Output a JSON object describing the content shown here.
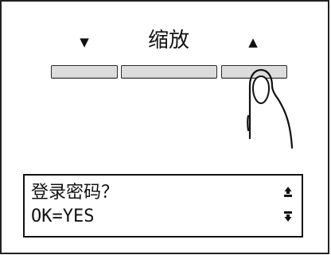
{
  "labels": {
    "left": "▼",
    "center": "缩放",
    "right": "▲"
  },
  "lcd": {
    "line1": "登录密码？",
    "line2": "OK=YES"
  },
  "icons": {
    "buttons": [
      "down-arrow-button",
      "zoom-button",
      "up-arrow-button"
    ],
    "finger": "pointing-finger-icon",
    "scroll_up": "scroll-up-icon",
    "scroll_down": "scroll-down-icon"
  }
}
